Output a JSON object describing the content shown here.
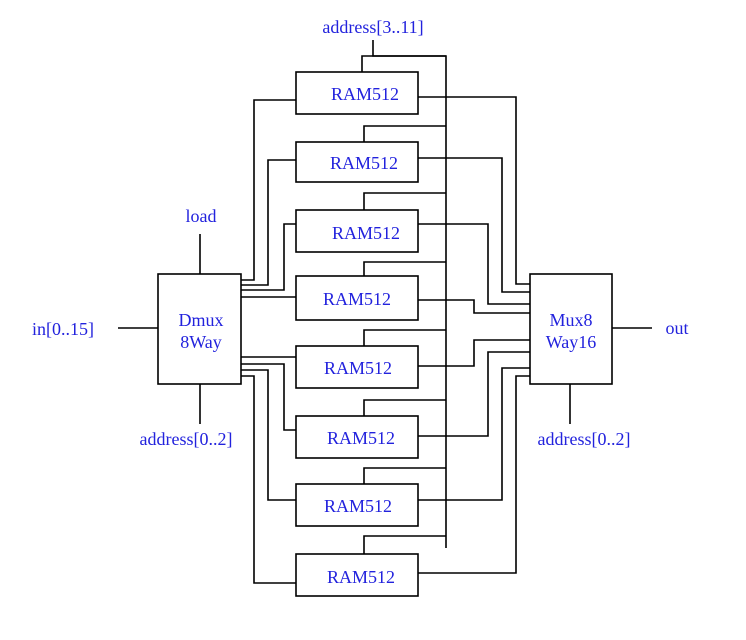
{
  "diagram": {
    "signals": {
      "address_high": "address[3..11]",
      "load": "load",
      "input": "in[0..15]",
      "dmux_address": "address[0..2]",
      "output": "out",
      "mux_address": "address[0..2]"
    },
    "dmux": {
      "line1": "Dmux",
      "line2": "8Way"
    },
    "mux": {
      "line1": "Mux8",
      "line2": "Way16"
    },
    "rams": [
      "RAM512",
      "RAM512",
      "RAM512",
      "RAM512",
      "RAM512",
      "RAM512",
      "RAM512",
      "RAM512"
    ],
    "colors": {
      "text": "#2222dd",
      "stroke": "#000000"
    }
  }
}
